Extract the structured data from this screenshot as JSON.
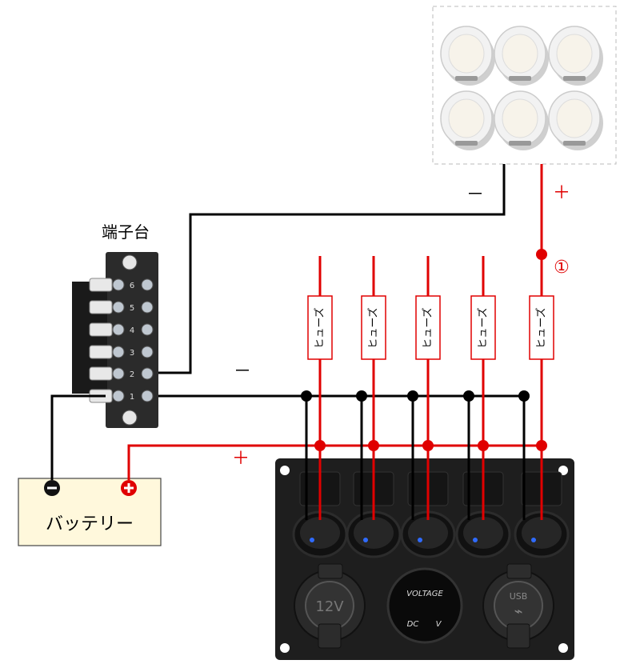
{
  "labels": {
    "terminal_block": "端子台",
    "battery": "バッテリー",
    "fuse": "ヒューズ",
    "minus": "－",
    "plus": "＋",
    "circle_one": "①",
    "voltage": "VOLTAGE",
    "dc": "DC",
    "v": "V",
    "twelve_v": "12V",
    "usb": "USB"
  },
  "terminal_numbers": [
    "6",
    "5",
    "4",
    "3",
    "2",
    "1"
  ],
  "colors": {
    "red_wire": "#e00000",
    "black_wire": "#000000",
    "battery_fill": "#fff8dc",
    "panel": "#1e1e1e",
    "led": "#2f6bff"
  }
}
